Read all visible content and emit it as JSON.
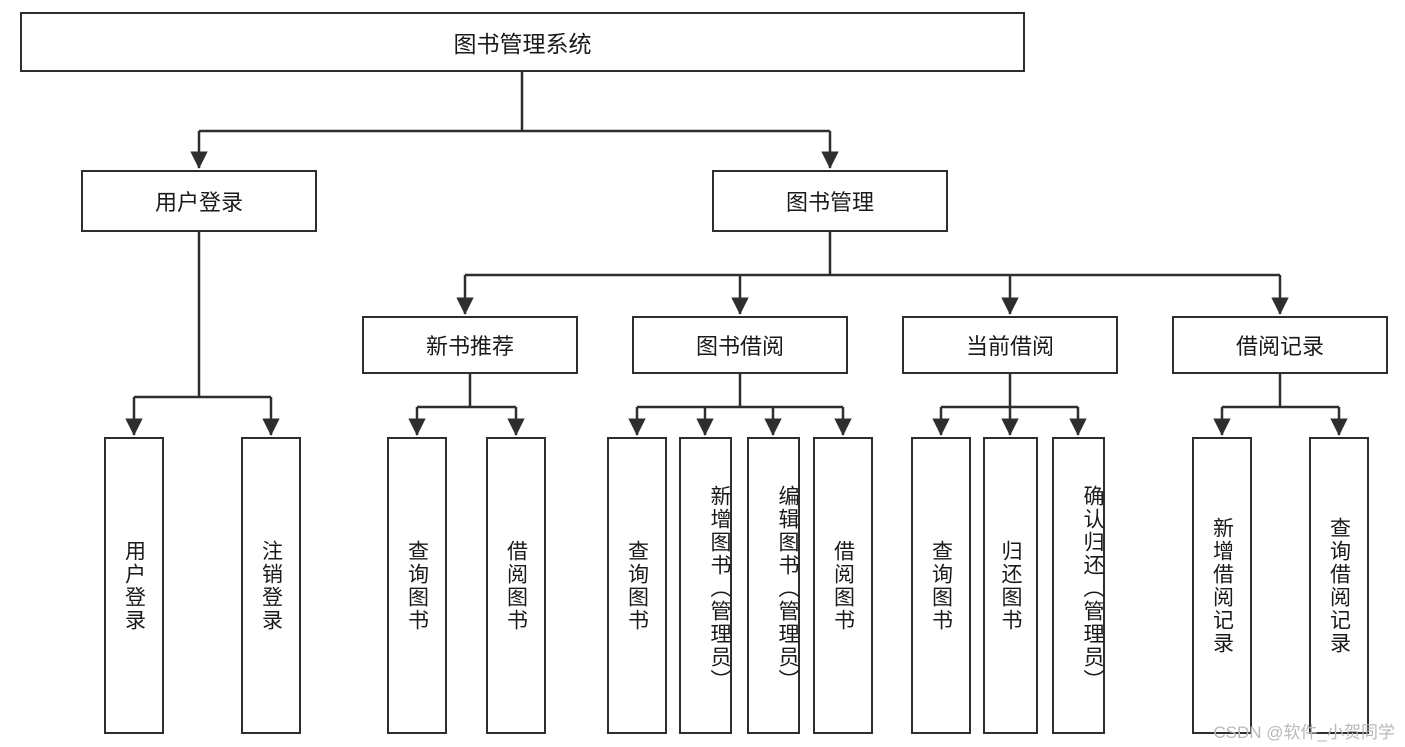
{
  "diagram": {
    "title": "图书管理系统",
    "type": "tree-structure-chart",
    "watermark": "CSDN @软件_小贺同学",
    "colors": {
      "node_border": "#2e2e2e",
      "node_fill": "#ffffff",
      "edge": "#2e2e2e",
      "text": "#1a1a1a",
      "watermark": "#b9b9b9",
      "background": "#ffffff"
    }
  },
  "nodes": {
    "root": {
      "label": "图书管理系统"
    },
    "level2": [
      {
        "id": "user-login",
        "label": "用户登录"
      },
      {
        "id": "book-manage",
        "label": "图书管理"
      }
    ],
    "level3": [
      {
        "id": "new-book-recommend",
        "label": "新书推荐"
      },
      {
        "id": "book-borrow",
        "label": "图书借阅"
      },
      {
        "id": "current-borrow",
        "label": "当前借阅"
      },
      {
        "id": "borrow-record",
        "label": "借阅记录"
      }
    ],
    "leaves": [
      {
        "id": "leaf-user-login",
        "label": "用户登录",
        "parent": "user-login"
      },
      {
        "id": "leaf-user-logout",
        "label": "注销登录",
        "parent": "user-login"
      },
      {
        "id": "leaf-query-book-1",
        "label": "查询图书",
        "parent": "new-book-recommend"
      },
      {
        "id": "leaf-borrow-book-1",
        "label": "借阅图书",
        "parent": "new-book-recommend"
      },
      {
        "id": "leaf-query-book-2",
        "label": "查询图书",
        "parent": "book-borrow"
      },
      {
        "id": "leaf-add-book",
        "label": "新增图书（管理员）",
        "parent": "book-borrow"
      },
      {
        "id": "leaf-edit-book",
        "label": "编辑图书（管理员）",
        "parent": "book-borrow"
      },
      {
        "id": "leaf-borrow-book-2",
        "label": "借阅图书",
        "parent": "book-borrow"
      },
      {
        "id": "leaf-query-book-3",
        "label": "查询图书",
        "parent": "current-borrow"
      },
      {
        "id": "leaf-return-book",
        "label": "归还图书",
        "parent": "current-borrow"
      },
      {
        "id": "leaf-confirm-return",
        "label": "确认归还（管理员）",
        "parent": "current-borrow"
      },
      {
        "id": "leaf-add-record",
        "label": "新增借阅记录",
        "parent": "borrow-record"
      },
      {
        "id": "leaf-query-record",
        "label": "查询借阅记录",
        "parent": "borrow-record"
      }
    ]
  }
}
